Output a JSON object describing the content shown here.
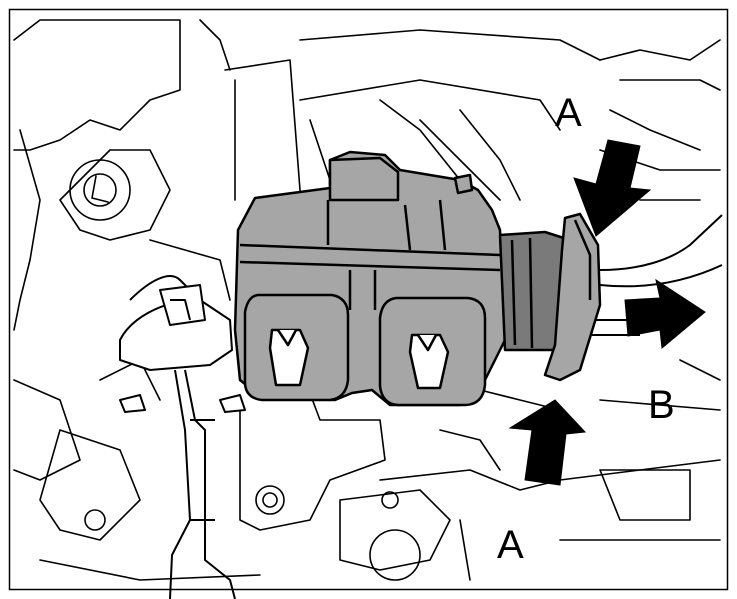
{
  "callouts": {
    "push_top": "A",
    "pull_right": "B",
    "push_bottom": "A"
  },
  "colors": {
    "line": "#000000",
    "connector_fill": "#a6a6a6",
    "connector_dark": "#7a7a7a",
    "background": "#ffffff"
  }
}
